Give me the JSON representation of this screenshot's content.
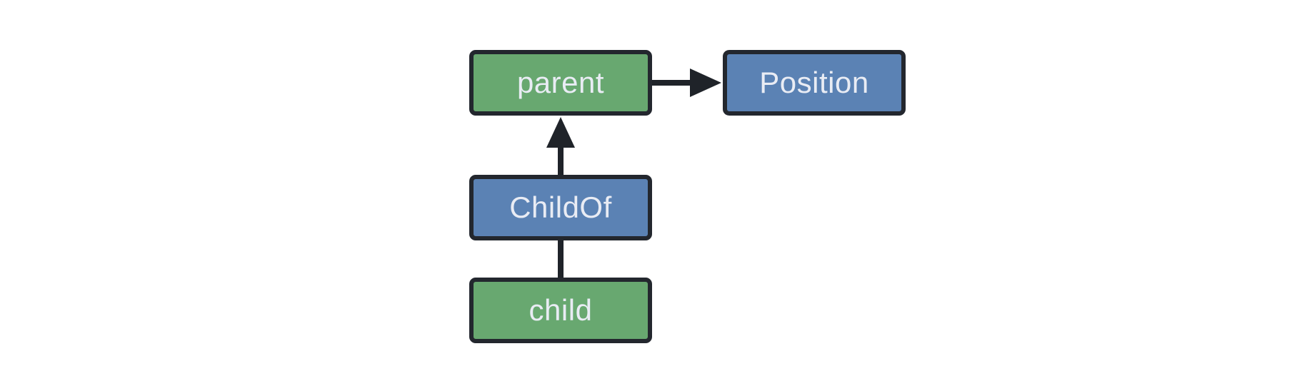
{
  "diagram": {
    "background": "#ffffff",
    "text_color": "#e9ecf4",
    "edge_color": "#1f2329",
    "node_border_color": "#23272e",
    "nodes": {
      "parent": {
        "label": "parent",
        "fill": "#68a870"
      },
      "position": {
        "label": "Position",
        "fill": "#5b82b4"
      },
      "childof": {
        "label": "ChildOf",
        "fill": "#5b82b4"
      },
      "child": {
        "label": "child",
        "fill": "#68a870"
      }
    },
    "edges": [
      {
        "from": "parent",
        "to": "Position",
        "style": "arrow"
      },
      {
        "from": "ChildOf",
        "to": "parent",
        "style": "arrow"
      },
      {
        "from": "child",
        "to": "ChildOf",
        "style": "line"
      }
    ]
  }
}
